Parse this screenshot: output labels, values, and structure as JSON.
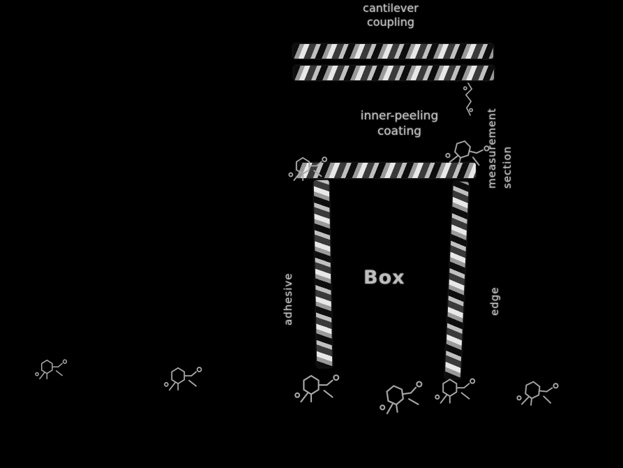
{
  "colors": {
    "background": "#000000",
    "text": "#c4c4c4",
    "ribbon_light": "#e8e8e8",
    "ribbon_mid": "#9a9a9a",
    "ribbon_dark": "#0d0d0d"
  },
  "labels": {
    "top": {
      "line1": "cantilever",
      "line2": "coupling"
    },
    "mid": {
      "line1": "inner-peeling",
      "line2": "coating"
    },
    "right_column": {
      "line1": "measurement",
      "line2": "section"
    },
    "left_pillar": "adhesive",
    "right_pillar": "edge",
    "center": "Box"
  },
  "clusters": [
    {
      "name": "molecule-cluster-1"
    },
    {
      "name": "molecule-cluster-2"
    },
    {
      "name": "molecule-cluster-3"
    },
    {
      "name": "molecule-cluster-4"
    },
    {
      "name": "molecule-cluster-5"
    },
    {
      "name": "molecule-cluster-6"
    },
    {
      "name": "molecule-cluster-bar-left"
    },
    {
      "name": "molecule-cluster-bar-right"
    },
    {
      "name": "squiggle-connector"
    }
  ]
}
